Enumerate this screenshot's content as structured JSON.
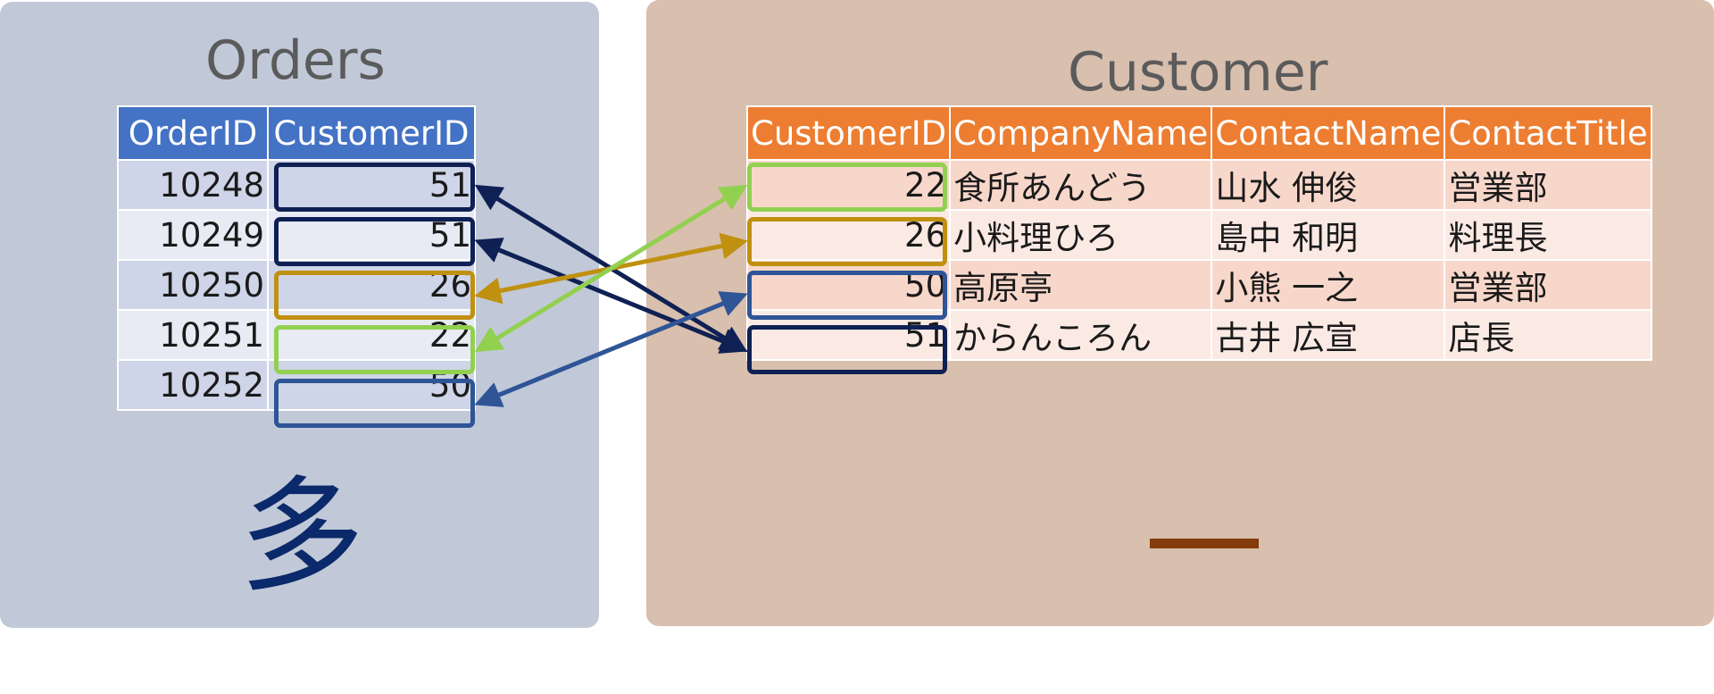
{
  "orders": {
    "title": "Orders",
    "columns": [
      "OrderID",
      "CustomerID"
    ],
    "rows": [
      {
        "order_id": "10248",
        "customer_id": "51"
      },
      {
        "order_id": "10249",
        "customer_id": "51"
      },
      {
        "order_id": "10250",
        "customer_id": "26"
      },
      {
        "order_id": "10251",
        "customer_id": "22"
      },
      {
        "order_id": "10252",
        "customer_id": "50"
      }
    ],
    "cardinality_label": "多"
  },
  "customer": {
    "title": "Customer",
    "columns": [
      "CustomerID",
      "CompanyName",
      "ContactName",
      "ContactTitle"
    ],
    "rows": [
      {
        "customer_id": "22",
        "company_name": "食所あんどう",
        "contact_name": "山水 伸俊",
        "contact_title": "営業部"
      },
      {
        "customer_id": "26",
        "company_name": "小料理ひろ",
        "contact_name": "島中 和明",
        "contact_title": "料理長"
      },
      {
        "customer_id": "50",
        "company_name": "高原亭",
        "contact_name": "小熊 一之",
        "contact_title": "営業部"
      },
      {
        "customer_id": "51",
        "company_name": "からんころん",
        "contact_name": "古井 広宣",
        "contact_title": "店長"
      }
    ],
    "cardinality_label": "一"
  },
  "links": [
    {
      "order_row": 0,
      "customer_row": 3,
      "color": "#0f2054"
    },
    {
      "order_row": 1,
      "customer_row": 3,
      "color": "#0f2054"
    },
    {
      "order_row": 2,
      "customer_row": 1,
      "color": "#c09010"
    },
    {
      "order_row": 3,
      "customer_row": 0,
      "color": "#92d050"
    },
    {
      "order_row": 4,
      "customer_row": 2,
      "color": "#2f5597"
    }
  ],
  "colors": {
    "orders_panel": "#c1c9d8",
    "customer_panel": "#d8bfae",
    "orders_header": "#4472c4",
    "customer_header": "#ed7d31",
    "link_51": "#0f2054",
    "link_26": "#c09010",
    "link_22": "#92d050",
    "link_50": "#2f5597"
  }
}
